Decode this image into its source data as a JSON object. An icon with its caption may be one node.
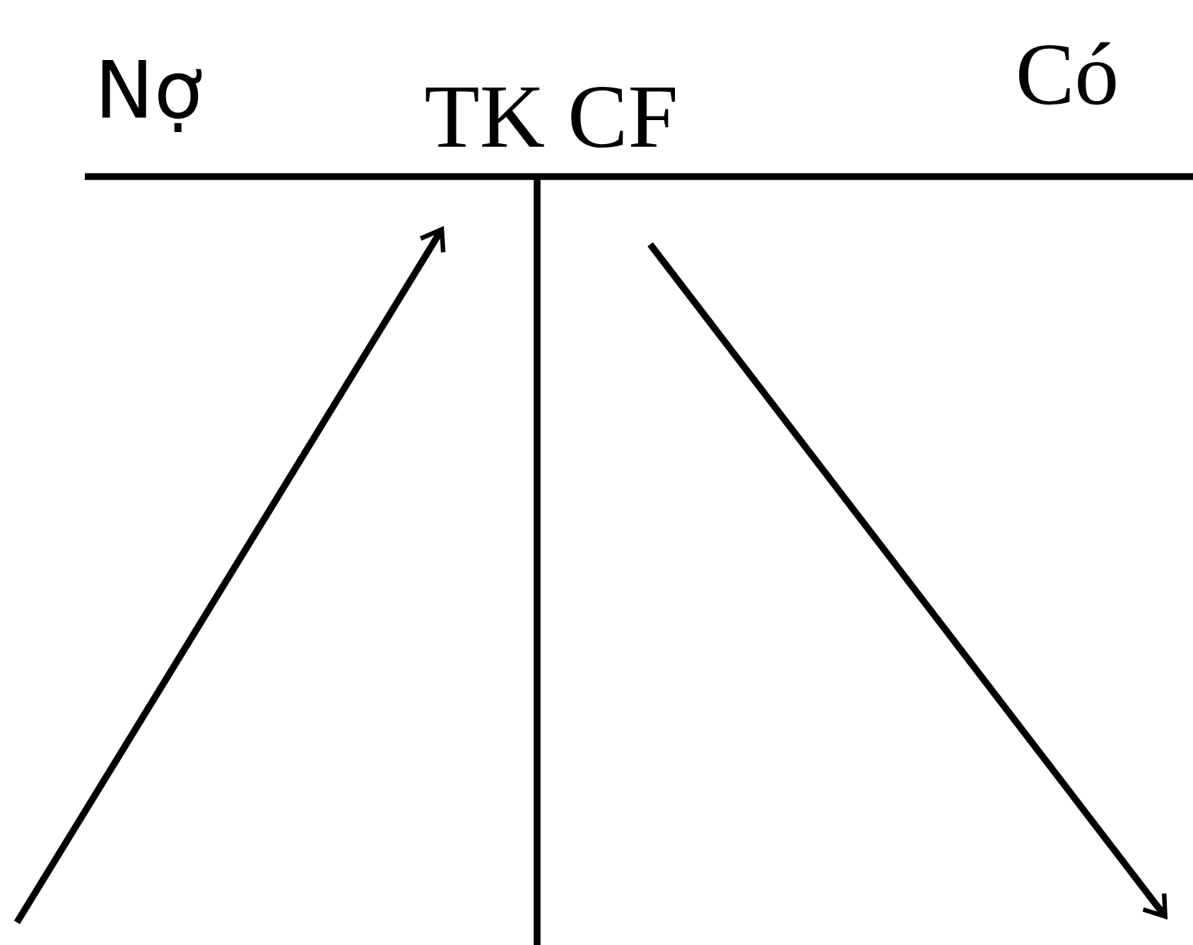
{
  "diagram": {
    "labels": [
      "Nợ",
      "TK CF",
      "Có"
    ]
  }
}
